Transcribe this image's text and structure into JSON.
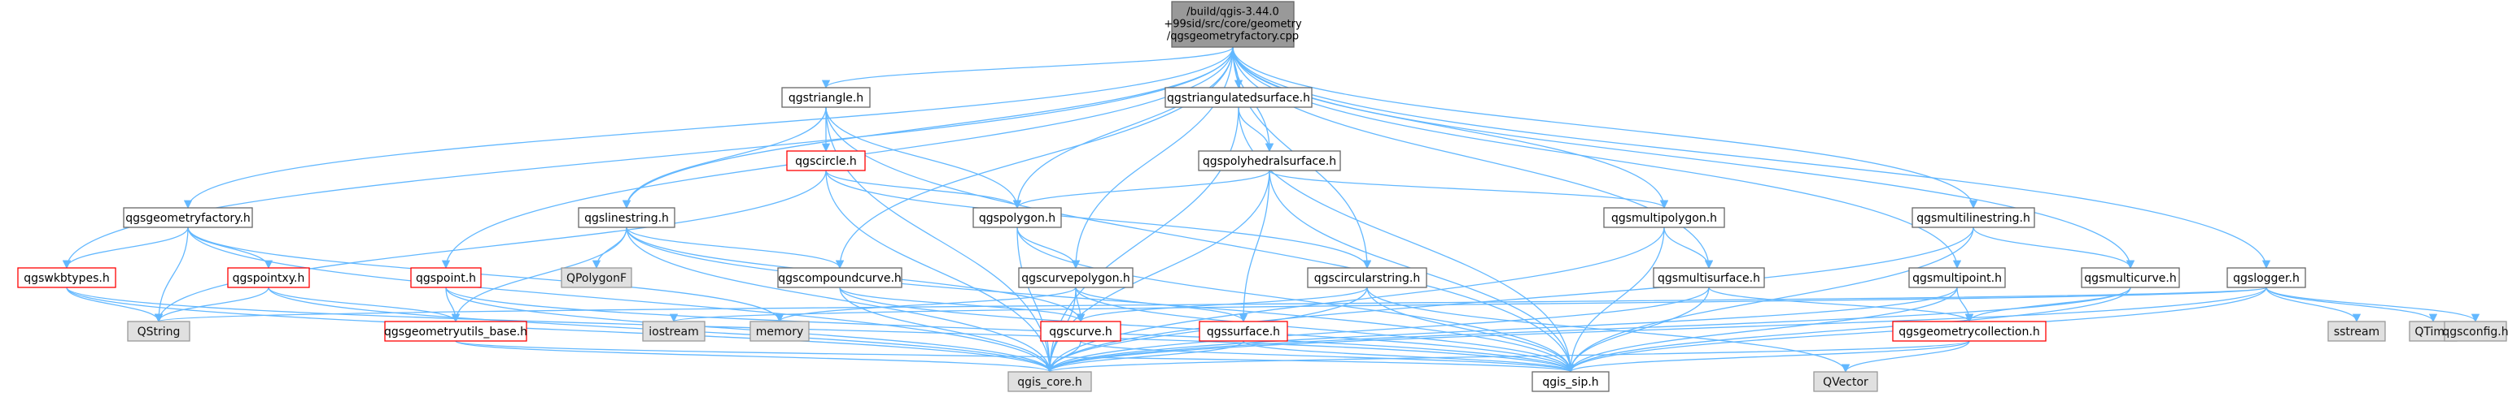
{
  "colors": {
    "edge": "#63b8ff",
    "root_fill": "#999999",
    "root_border": "#666666",
    "node_fill": "#ffffff",
    "node_border": "#666666",
    "truncated_border": "#ff0000",
    "system_fill": "#e0e0e0",
    "system_border": "#999999"
  },
  "root": {
    "line1": "/build/qgis-3.44.0",
    "line2": "+99sid/src/core/geometry",
    "line3": "/qgsgeometryfactory.cpp"
  },
  "nodes": {
    "qgstriangle_h": "qgstriangle.h",
    "qgstriangulatedsurface_h": "qgstriangulatedsurface.h",
    "qgscircle_h": "qgscircle.h",
    "qgspolyhedralsurface_h": "qgspolyhedralsurface.h",
    "qgsgeometryfactory_h": "qgsgeometryfactory.h",
    "qgslinestring_h": "qgslinestring.h",
    "qgspolygon_h": "qgspolygon.h",
    "qgsmultipolygon_h": "qgsmultipolygon.h",
    "qgsmultilinestring_h": "qgsmultilinestring.h",
    "qgswkbtypes_h": "qgswkbtypes.h",
    "qgspointxy_h": "qgspointxy.h",
    "qpolygonf": "QPolygonF",
    "qgspoint_h": "qgspoint.h",
    "qgscompoundcurve_h": "qgscompoundcurve.h",
    "qgscurvepolygon_h": "qgscurvepolygon.h",
    "qgscircularstring_h": "qgscircularstring.h",
    "qgsmultisurface_h": "qgsmultisurface.h",
    "qgsmultipoint_h": "qgsmultipoint.h",
    "qgsmulticurve_h": "qgsmulticurve.h",
    "qgslogger_h": "qgslogger.h",
    "qstring": "QString",
    "iostream": "iostream",
    "memory": "memory",
    "qgsgeometryutils_base_h": "qgsgeometryutils_base.h",
    "qgscurve_h": "qgscurve.h",
    "qgssurface_h": "qgssurface.h",
    "qgsgeometrycollection_h": "qgsgeometrycollection.h",
    "sstream": "sstream",
    "qtime": "QTime",
    "qgsconfig_h": "qgsconfig.h",
    "qgis_core_h": "qgis_core.h",
    "qgis_sip_h": "qgis_sip.h",
    "qvector": "QVector"
  }
}
